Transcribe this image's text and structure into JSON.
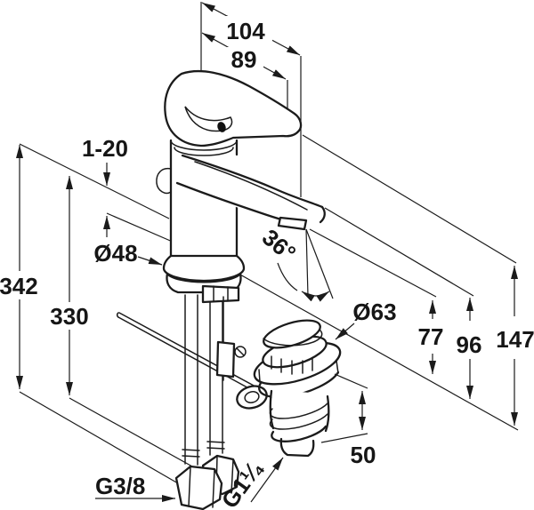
{
  "drawing": {
    "background": "#ffffff",
    "ink": "#1b1b1b",
    "dims": {
      "reach_104": "104",
      "reach_89": "89",
      "deck_1_20": "1-20",
      "height_342": "342",
      "height_330": "330",
      "dia_48": "Ø48",
      "angle_36": "36°",
      "dia_63": "Ø63",
      "height_77": "77",
      "height_96": "96",
      "height_147": "147",
      "depth_50": "50",
      "thread_g38": "G3/8",
      "thread_g114": "G1¼"
    }
  }
}
